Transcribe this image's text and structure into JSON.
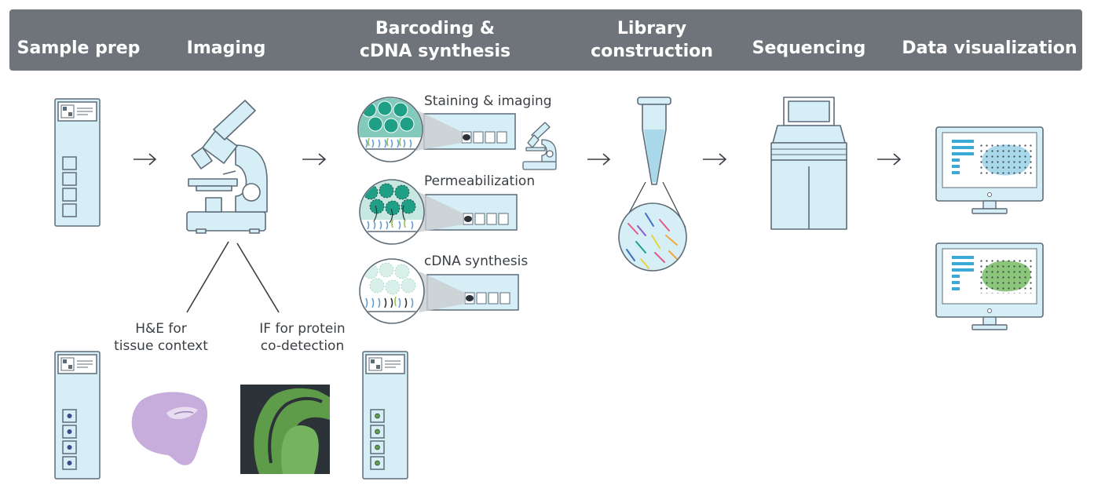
{
  "header": {
    "steps": [
      {
        "line1": "Sample prep",
        "line2": ""
      },
      {
        "line1": "Imaging",
        "line2": ""
      },
      {
        "line1": "Barcoding &",
        "line2": "cDNA synthesis"
      },
      {
        "line1": "Library",
        "line2": "construction"
      },
      {
        "line1": "Sequencing",
        "line2": ""
      },
      {
        "line1": "Data visualization",
        "line2": ""
      }
    ]
  },
  "barcoding": {
    "stages": [
      "Staining & imaging",
      "Permeabilization",
      "cDNA synthesis"
    ]
  },
  "imaging": {
    "he_caption_1": "H&E for",
    "he_caption_2": "tissue context",
    "if_caption_1": "IF for protein",
    "if_caption_2": "co-detection"
  },
  "colors": {
    "header_bg": "#6e7479",
    "slide_fill": "#d6eef6",
    "outline": "#5e6c78",
    "teal": "#1e9f86",
    "he_purple": "#c7addb",
    "if_green": "#5f9c4a",
    "if_bg": "#2c3338"
  }
}
